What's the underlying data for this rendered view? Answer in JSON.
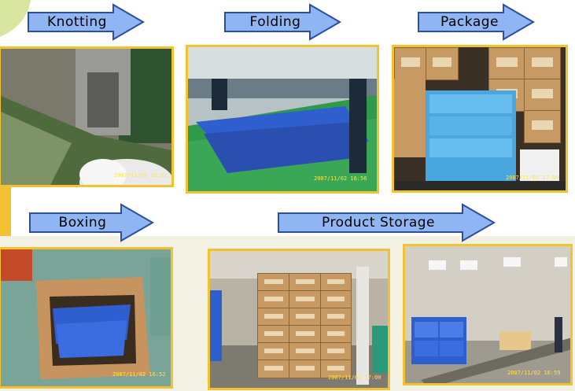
{
  "steps": [
    {
      "label": "Knotting"
    },
    {
      "label": "Folding"
    },
    {
      "label": "Package"
    },
    {
      "label": "Boxing"
    },
    {
      "label": "Product Storage"
    }
  ],
  "photos": {
    "knotting": {
      "stamp": "2007/11/02 16:52"
    },
    "folding": {
      "stamp": "2007/11/02 16:56"
    },
    "package": {
      "stamp": "2007/11/02 17:00"
    },
    "boxing": {
      "stamp": "2007/11/02 16:52"
    },
    "storage1": {
      "stamp": "2007/11/02 17:00"
    },
    "storage2": {
      "stamp": "2007/11/02 16:59"
    }
  },
  "colors": {
    "arrow_fill": "#8fb5f3",
    "arrow_stroke": "#2a4fa0",
    "frame": "#f2c230",
    "tarp_blue": "#2f5fcf"
  }
}
